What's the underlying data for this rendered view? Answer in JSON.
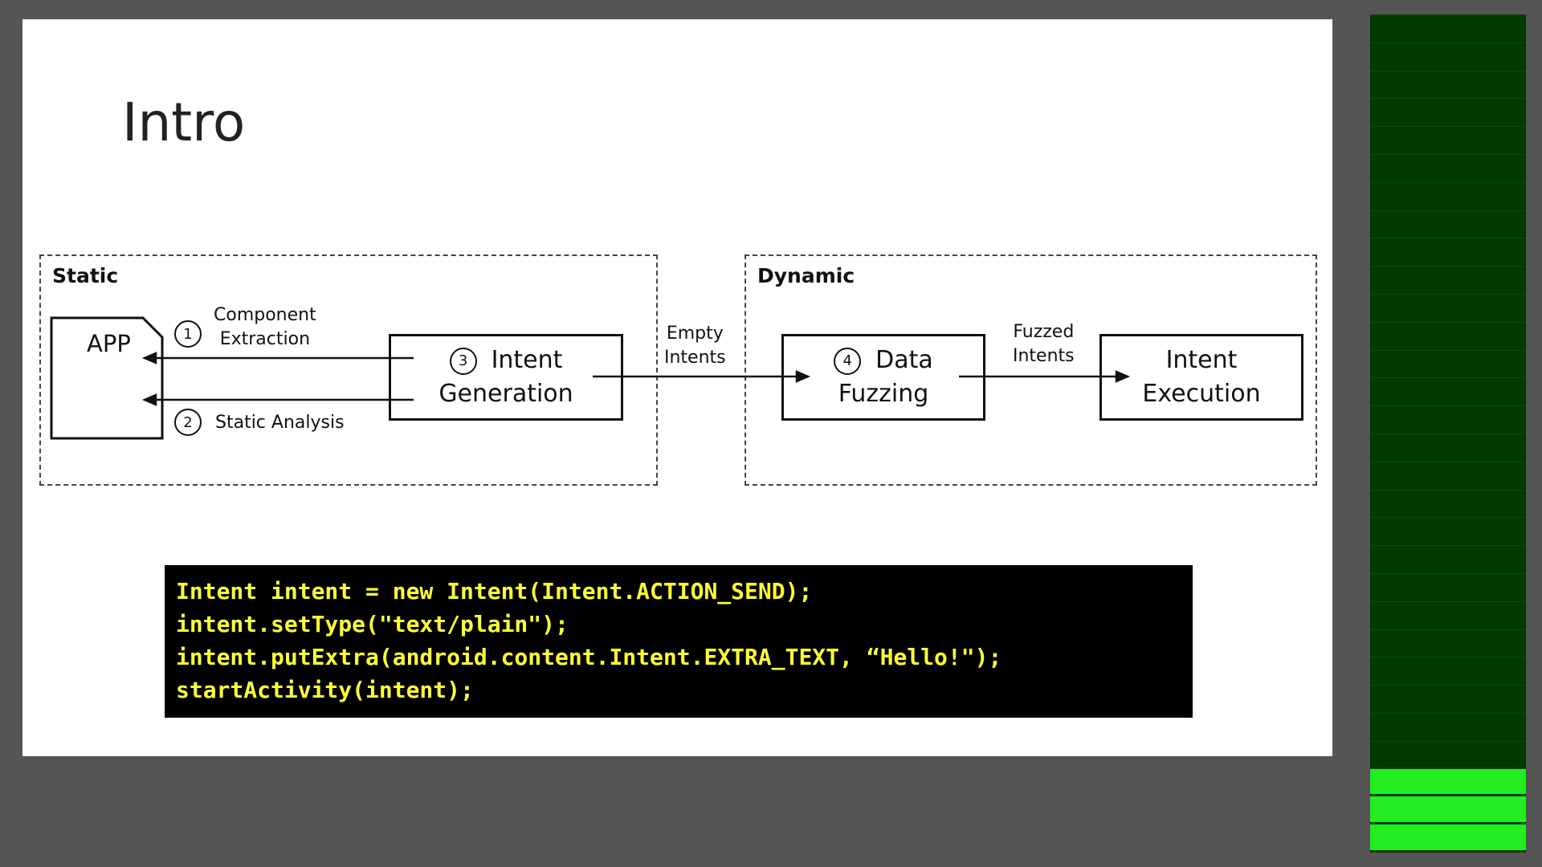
{
  "slide": {
    "title": "Intro",
    "diagram": {
      "static_group": {
        "label": "Static",
        "app_label": "APP",
        "step1": {
          "num": "1",
          "label_line1": "Component",
          "label_line2": "Extraction"
        },
        "step2": {
          "num": "2",
          "label": "Static Analysis"
        },
        "intent_generation": {
          "num": "3",
          "line1": "Intent",
          "line2": "Generation"
        }
      },
      "empty_intents": {
        "line1": "Empty",
        "line2": "Intents"
      },
      "dynamic_group": {
        "label": "Dynamic",
        "data_fuzzing": {
          "num": "4",
          "line1": "Data",
          "line2": "Fuzzing"
        },
        "fuzzed_intents": {
          "line1": "Fuzzed",
          "line2": "Intents"
        },
        "intent_execution": {
          "line1": "Intent",
          "line2": "Execution"
        }
      }
    },
    "code": [
      "Intent intent = new Intent(Intent.ACTION_SEND);",
      "intent.setType(\"text/plain\");",
      "intent.putExtra(android.content.Intent.EXTRA_TEXT, “Hello!\");",
      "startActivity(intent);"
    ],
    "code_colors": {
      "background": "#000000",
      "text": "#ffff33"
    }
  },
  "level_meter": {
    "segments": 30,
    "lit_segments": 3,
    "level": 0.1,
    "colors": {
      "unlit": "#003a00",
      "lit": "#22ee22"
    }
  }
}
